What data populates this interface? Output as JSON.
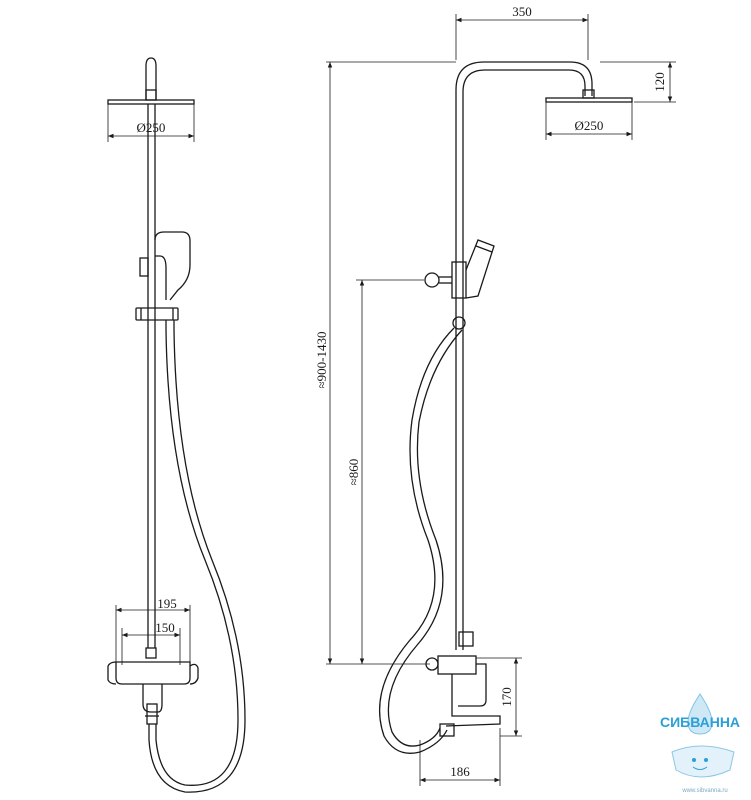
{
  "dimensions": {
    "left_head_diameter": "Ø250",
    "right_head_diameter": "Ø250",
    "arm_reach": "350",
    "head_drop": "120",
    "total_height": "≈900-1430",
    "holder_height": "≈860",
    "mixer_width_195": "195",
    "mixer_width_150": "150",
    "mixer_height": "170",
    "mixer_depth": "186"
  },
  "logo": {
    "brand": "СИБВАННА",
    "url": "www.sibvanna.ru",
    "color": "#2a9fd8"
  }
}
